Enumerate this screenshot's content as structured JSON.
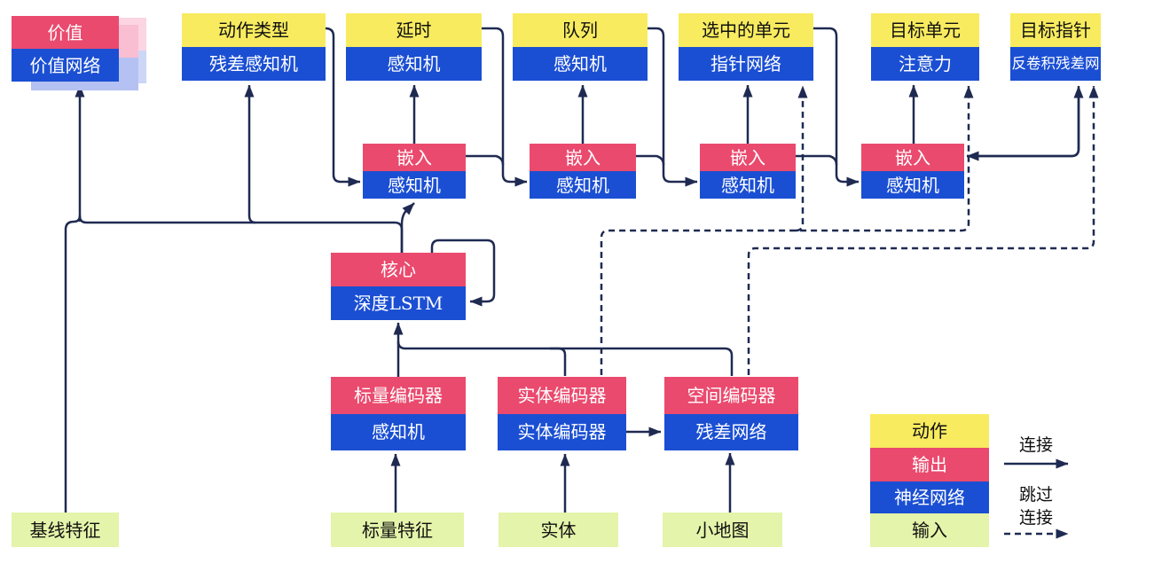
{
  "title": "AlphaStar agent architecture (Chinese)",
  "nodes": {
    "value": {
      "top": "价值",
      "bottom": "价值网络"
    },
    "action_type": {
      "top": "动作类型",
      "bottom": "残差感知机"
    },
    "delay": {
      "top": "延时",
      "bottom": "感知机"
    },
    "queue": {
      "top": "队列",
      "bottom": "感知机"
    },
    "selected_units": {
      "top": "选中的单元",
      "bottom": "指针网络"
    },
    "target_unit": {
      "top": "目标单元",
      "bottom": "注意力"
    },
    "target_point": {
      "top": "目标指针",
      "bottom": "反卷积残差网"
    },
    "embed1": {
      "top": "嵌入",
      "bottom": "感知机"
    },
    "embed2": {
      "top": "嵌入",
      "bottom": "感知机"
    },
    "embed3": {
      "top": "嵌入",
      "bottom": "感知机"
    },
    "embed4": {
      "top": "嵌入",
      "bottom": "感知机"
    },
    "core": {
      "top": "核心",
      "bottom": "深度LSTM"
    },
    "scalar_encoder": {
      "top": "标量编码器",
      "bottom": "感知机"
    },
    "entity_encoder": {
      "top": "实体编码器",
      "bottom": "实体编码器"
    },
    "spatial_encoder": {
      "top": "空间编码器",
      "bottom": "残差网络"
    }
  },
  "inputs": {
    "baseline": "基线特征",
    "scalar": "标量特征",
    "entity": "实体",
    "minimap": "小地图"
  },
  "legend": {
    "action": "动作",
    "output": "输出",
    "network": "神经网络",
    "input": "输入",
    "connection": "连接",
    "skip_line1": "跳过",
    "skip_line2": "连接"
  },
  "colors": {
    "yellow": "#F8EB5F",
    "red": "#EA4A6E",
    "blue": "#1B4FD3",
    "green": "#E4F4AA",
    "line": "#1F2A52",
    "ink": "#101010",
    "pink1": "#F9BED2",
    "pink2": "#FBD5E2",
    "peri1": "#B4C1F2",
    "peri2": "#CDD6F7"
  }
}
